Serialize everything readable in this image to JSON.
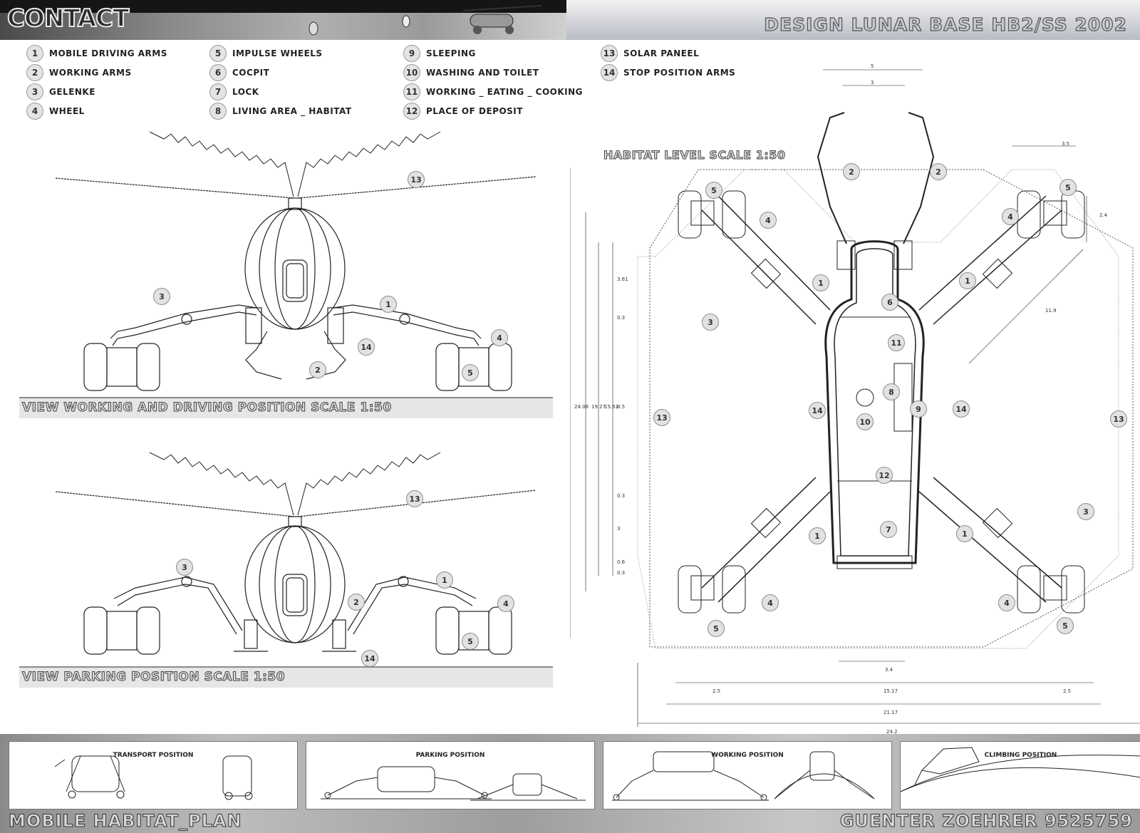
{
  "header": {
    "logo": "CONTACT",
    "title": "DESIGN LUNAR BASE    HB2/SS 2002"
  },
  "legend": [
    {
      "num": "1",
      "label": "MOBILE DRIVING ARMS"
    },
    {
      "num": "2",
      "label": "WORKING ARMS"
    },
    {
      "num": "3",
      "label": "GELENKE"
    },
    {
      "num": "4",
      "label": "WHEEL"
    },
    {
      "num": "5",
      "label": "IMPULSE WHEELS"
    },
    {
      "num": "6",
      "label": "COCPIT"
    },
    {
      "num": "7",
      "label": "LOCK"
    },
    {
      "num": "8",
      "label": "LIVING AREA _ HABITAT"
    },
    {
      "num": "9",
      "label": "SLEEPING"
    },
    {
      "num": "10",
      "label": "WASHING AND TOILET"
    },
    {
      "num": "11",
      "label": "WORKING _ EATING _ COOKING"
    },
    {
      "num": "12",
      "label": "PLACE OF DEPOSIT"
    },
    {
      "num": "13",
      "label": "SOLAR PANEEL"
    },
    {
      "num": "14",
      "label": "STOP POSITION ARMS"
    }
  ],
  "views": {
    "working_label": "VIEW WORKING AND DRIVING POSITION SCALE 1:50",
    "parking_label": "VIEW PARKING POSITION SCALE 1:50",
    "habitat_label": "HABITAT LEVEL SCALE 1:50"
  },
  "dimensions": {
    "top_outer": "5",
    "top_inner": "3",
    "right_top": "3.5",
    "right_side": "2.4",
    "diagonal": "11.9",
    "left_a": "3.61",
    "left_b": "0.3",
    "left_c": "15.61",
    "left_d": "8.5",
    "left_e": "0.3",
    "left_f": "3",
    "left_g": "0.6",
    "left_h": "0.3",
    "left_total_a": "19.27",
    "left_total_b": "24.06",
    "bottom_inner": "3.4",
    "bottom_left": "2.5",
    "bottom_mid": "15.17",
    "bottom_right": "2.5",
    "bottom_b": "21.17",
    "bottom_total": "24.2"
  },
  "panels": [
    {
      "title": "TRANSPORT POSITION"
    },
    {
      "title": "PARKING POSITION"
    },
    {
      "title": "WORKING POSITION"
    },
    {
      "title": "CLIMBING POSITION"
    }
  ],
  "footer": {
    "left": "MOBILE HABITAT_PLAN",
    "right": "GUENTER ZOEHRER  9525759"
  }
}
